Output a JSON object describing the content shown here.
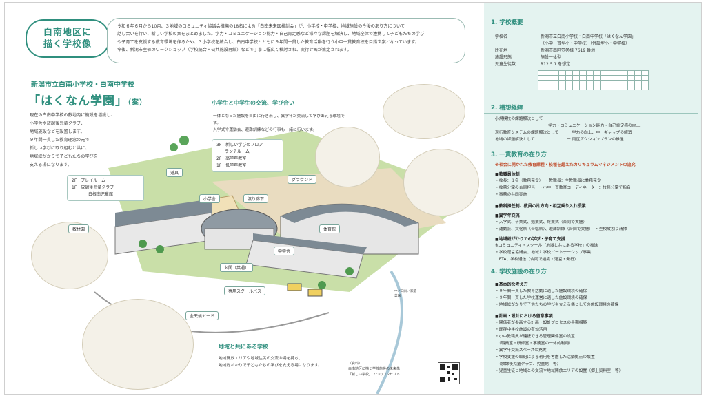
{
  "badge": {
    "line1": "白南地区に",
    "line2": "描く学校像"
  },
  "intro": {
    "lines": [
      "令和６年６月から10月、３地域のコミュニティ協議会推薦の18名による「白南未来図検討会」が、小学校・中学校、地域施設の今後のあり方について",
      "話し合いを行い、新しい学校の案をまとめました。学力・コミュニケーション能力・自己肯定感など様々な課題を解決し、地域全体で連携して子どもたちの学び",
      "や子育てを支援する教育環境を作るため、３小学校を統合し、白南中学校とともに９年間一貫した教育活動を行う小中一貫教育校を目指す案となっています。",
      "今後、新潟市主催のワークショップ（学校統合・公共施設再編）などで丁寧に幅広く検討され、実行計画が策定されます。"
    ]
  },
  "school": {
    "subtitle": "新潟市立白南小学校・白南中学校",
    "title": "「はくなん学園」",
    "title_suffix": "（案）",
    "desc": [
      "現在の白南中学校の敷地内に施設を増設し、",
      "小学舎や放課後児童クラブ、",
      "地域施設などを設置します。",
      "９年間一貫した教育理念の元で",
      "新しい学びに取り組むと共に、",
      "地域総がかりで子どもたちの学びを",
      "支える場になります。"
    ]
  },
  "exchange": {
    "title": "小学生と中学生の交流、学び合い",
    "lines": [
      "一体となった施設を自由に行き来し、異学年が交流して学びあえる環境です。",
      "入学式や運動会、避難訓練などの行事も一緒に行います。"
    ]
  },
  "community": {
    "title": "地域と共にある学校",
    "lines": [
      "地域開放エリアや地域住民の交流の場を持ち、",
      "地域総がかりで子どもたちの学びを支える場になります。"
    ]
  },
  "labels": {
    "floors_left": [
      "2F　プレイルーム",
      "1F　放課後児童クラブ",
      "　　　　白根南児童館"
    ],
    "floors_mid": [
      "3F　新しい学びのフロア",
      "　　ランチルーム",
      "2F　高学年教室",
      "1F　低学年教室"
    ],
    "playground_eq": "遊具",
    "ground": "グラウンド",
    "elem": "小学舎",
    "corridor": "渡り廊下",
    "gym": "体育館",
    "middle": "中学舎",
    "entrance": "玄関（共通）",
    "bus": "専用スクールバス",
    "farm": "教材園",
    "yard": "全天候ヤード",
    "river": "中ノ口川／家庭\n菜園"
  },
  "source": {
    "lines": [
      "（資料）",
      "白南地区に描く学校施設の未来像",
      "「新しい学校」２つのコンセプト"
    ]
  },
  "right": {
    "s1": {
      "title": "1. 学校概要",
      "rows": [
        {
          "k": "学校名",
          "v": "新潟市立白南小学校・白南中学校「はくなん学園」"
        },
        {
          "k": "",
          "v": "（小中一貫型小・中学校）（併設型小・中学校）"
        },
        {
          "k": "所在地",
          "v": "新潟市南区笠巻様 7619 番地"
        },
        {
          "k": "施設形態",
          "v": "施設一体型"
        },
        {
          "k": "児童生徒数",
          "v": "R12.5.1 を想定"
        }
      ]
    },
    "s2": {
      "title": "2. 構想経緯",
      "lines": [
        "小規模校の課題解決として",
        "　　　　　　　　　　　　ー 学力・コミュニケーション能力・自己肯定感の向上",
        "現行教育システムの課題解決として　　ー 学力の向上、中一ギャップの解消",
        "地域の課題解決として　　　　　　　　ー 南区アクションプランの推進"
      ]
    },
    "s3": {
      "title": "3. 一貫教育の在り方",
      "emph": "※社会に開かれた教育課程・校種を超えたカリキュラムマネジメントの追究",
      "blocks": [
        {
          "h": "■教職員体制",
          "lines": [
            "・校長：１名（教務発令）　・教職員：全教職員に兼務発令",
            "・校務分掌の合同担当　・小中一貫教育コーディネーター：校務分掌で指名",
            "・事務の共同実施"
          ]
        },
        {
          "h": "■教科担任制、教員の片方向・相互乗り入れ授業",
          "lines": []
        },
        {
          "h": "■異学年交流",
          "lines": [
            "・入学式、卒業式、始業式、終業式（合同で実施）",
            "・運動会、文化祭（合唱祭）、避難訓練（合同で実施）　・全校縦割り清掃"
          ]
        },
        {
          "h": "■地域総がかりでの学び・子育て支援",
          "lines": [
            "※コミュニティ・スクール「地域と共にある学校」の推進",
            "・学校運営協議会、地域と学校パートナーシップ事業、",
            "　PTA、学校通信（合同で組織・運営・発行）"
          ]
        }
      ]
    },
    "s4": {
      "title": "4. 学校施設の在り方",
      "blocks": [
        {
          "h": "■基本的な考え方",
          "lines": [
            "・９年間一貫した教育活動に適した施設環境の確保",
            "・９年間一貫した学校運営に適した施設環境の確保",
            "・地域総がかりで子供たちの学びを支える場としての施設環境の確保"
          ]
        },
        {
          "h": "■計画・設計における留意事項",
          "lines": [
            "・関係者が参画する計画・設計プロセスの早期構築",
            "・既存中学校施設の有効活用",
            "・小中教職員が連携できる管理関係室の設置",
            "　（職員室・研修室・事務室の一体的利用）",
            "・異学年交流スペースの充実",
            "・学校支援の取組による利用を考慮した活動拠点の設置",
            "　（放課後児童クラブ、児童館　等）",
            "・児童生徒と地域との交流や地域開放エリアの設置（郷土資料室　等）"
          ]
        }
      ]
    }
  },
  "colors": {
    "accent": "#2f8f7e",
    "panel": "#e4f3f0",
    "field": "#c9dfa8",
    "roof": "#7d8a94"
  }
}
